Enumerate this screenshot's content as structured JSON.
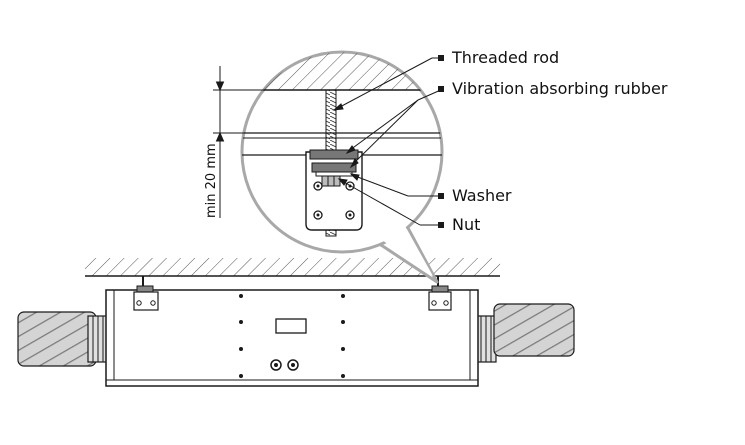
{
  "labels": {
    "threaded_rod": "Threaded rod",
    "vibration_rubber": "Vibration absorbing rubber",
    "washer": "Washer",
    "nut": "Nut",
    "min_distance": "min 20 mm"
  },
  "colors": {
    "line": "#1a1a1a",
    "bubble": "#a8a8a8",
    "panel": "#ffffff",
    "duct_fill": "#c9c9c9",
    "hatch": "#555555"
  }
}
